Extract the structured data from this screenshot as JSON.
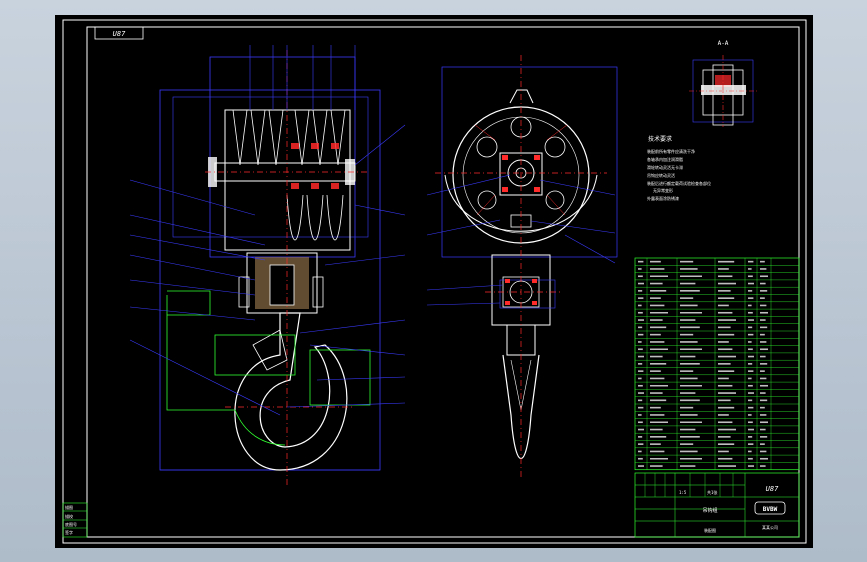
{
  "drawing": {
    "tag": "U87",
    "section_label": "A-A",
    "notes_title": "技术要求",
    "notes": [
      "装配前所有零件应清洗干净",
      "各轴承内加注润滑脂",
      "滑轮转动灵活无卡滞",
      "吊钩应转动灵活",
      "装配后进行额定载荷试验检查各部位",
      "无异常变形",
      "外露表面涂防锈漆"
    ],
    "title_block": {
      "name": "吊钩组",
      "code": "U87",
      "logo": "BVBW",
      "company": "某某公司",
      "scale": "1:5",
      "sheet": "共1张",
      "material": "装配图"
    },
    "left_stamp": [
      "描图",
      "描校",
      "底图号",
      "签字"
    ]
  },
  "colors": {
    "frame": "#ffffff",
    "geometry": "#ffffff",
    "dimensions": "#3a3aff",
    "centerline": "#ff2a2a",
    "highlight": "#30ff30",
    "bom_grid": "#30ff30",
    "section_fill": "#b08a5a"
  }
}
